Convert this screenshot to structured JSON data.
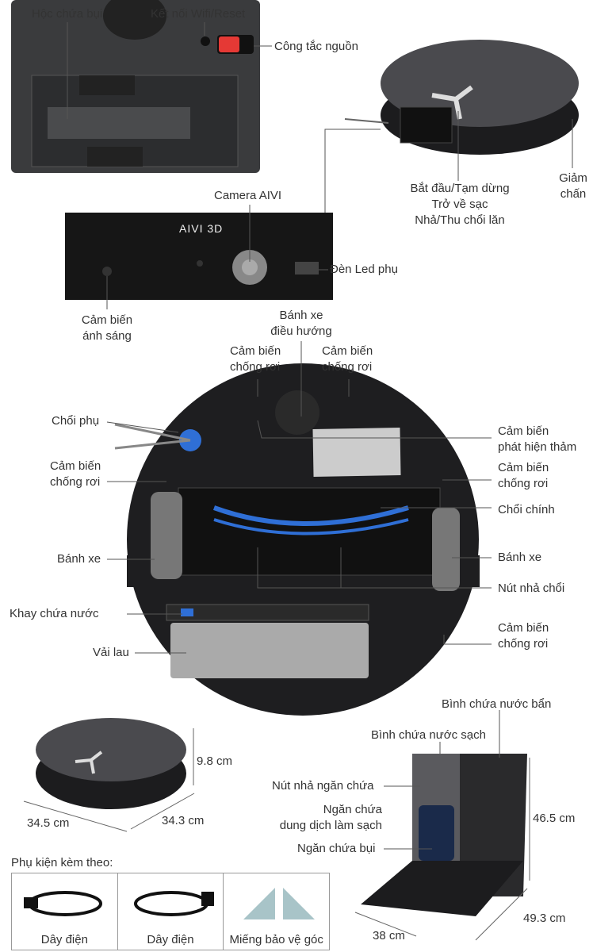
{
  "labels": {
    "dust_bin": "Hộc chứa bụi",
    "wifi_reset": "Kết nối Wifi/Reset",
    "power_switch": "Công tắc nguồn",
    "camera_aivi": "Camera AIVI",
    "start_pause": "Bắt đầu/Tạm dừng",
    "return_charge": "Trở về sạc",
    "release_brush": "Nhả/Thu chổi lăn",
    "bumper_1": "Giảm",
    "bumper_2": "chấn",
    "aivi_3d": "AIVI 3D",
    "aux_led": "Đèn Led phụ",
    "light_sensor_1": "Cảm biến",
    "light_sensor_2": "ánh sáng",
    "nav_wheel_1": "Bánh xe",
    "nav_wheel_2": "điều hướng",
    "cliff_a_1": "Cảm biến",
    "cliff_a_2": "chống rơi",
    "cliff_b_1": "Cảm biến",
    "cliff_b_2": "chống rơi",
    "side_brush": "Chổi phụ",
    "carpet_1": "Cảm biến",
    "carpet_2": "phát hiện thảm",
    "cliff_left_1": "Cảm biến",
    "cliff_left_2": "chống rơi",
    "cliff_right_1": "Cảm biến",
    "cliff_right_2": "chống rơi",
    "main_brush": "Chổi chính",
    "wheel_left": "Bánh xe",
    "wheel_right": "Bánh xe",
    "brush_release_btn": "Nút nhả chổi",
    "water_tray": "Khay chứa nước",
    "cliff_lower_1": "Cảm biến",
    "cliff_lower_2": "chống rơi",
    "mop": "Vải lau",
    "dirty_tank": "Bình chứa nước bẩn",
    "clean_tank": "Bình chứa nước sạch",
    "release_compartment": "Nút nhả ngăn chứa",
    "solution_1": "Ngăn chứa",
    "solution_2": "dung dịch làm sạch",
    "dust_compartment": "Ngăn chứa bụi"
  },
  "dimensions": {
    "robot_height": "9.8 cm",
    "robot_width": "34.5 cm",
    "robot_depth": "34.3 cm",
    "station_height": "46.5 cm",
    "station_width": "38 cm",
    "station_depth": "49.3 cm"
  },
  "accessories": {
    "title": "Phụ kiện kèm theo:",
    "items": [
      {
        "label": "Dây điện"
      },
      {
        "label": "Dây điện"
      },
      {
        "label": "Miếng bảo vệ góc"
      }
    ]
  },
  "colors": {
    "robot": "#2a2a2c",
    "accent": "#2f6fd6",
    "switch": "#e53935"
  }
}
